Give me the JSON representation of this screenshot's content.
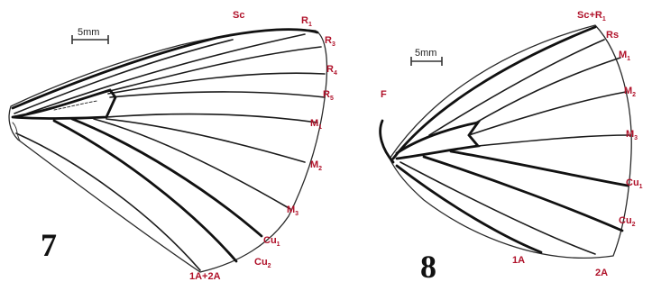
{
  "figures": [
    {
      "number": "7",
      "scale_bar": "5mm",
      "veins": [
        {
          "base": "Sc",
          "sub": ""
        },
        {
          "base": "R",
          "sub": "1"
        },
        {
          "base": "R",
          "sub": "3"
        },
        {
          "base": "R",
          "sub": "4"
        },
        {
          "base": "R",
          "sub": "5"
        },
        {
          "base": "M",
          "sub": "1"
        },
        {
          "base": "M",
          "sub": "2"
        },
        {
          "base": "M",
          "sub": "3"
        },
        {
          "base": "Cu",
          "sub": "1"
        },
        {
          "base": "Cu",
          "sub": "2"
        },
        {
          "base": "1A+2A",
          "sub": ""
        }
      ]
    },
    {
      "number": "8",
      "scale_bar": "5mm",
      "veins": [
        {
          "base": "F",
          "sub": ""
        },
        {
          "base": "Sc+R",
          "sub": "1"
        },
        {
          "base": "Rs",
          "sub": ""
        },
        {
          "base": "M",
          "sub": "1"
        },
        {
          "base": "M",
          "sub": "2"
        },
        {
          "base": "M",
          "sub": "3"
        },
        {
          "base": "Cu",
          "sub": "1"
        },
        {
          "base": "Cu",
          "sub": "2"
        },
        {
          "base": "1A",
          "sub": ""
        },
        {
          "base": "2A",
          "sub": ""
        }
      ]
    }
  ],
  "colors": {
    "label": "#b0122a",
    "line": "#1b1b1b"
  }
}
